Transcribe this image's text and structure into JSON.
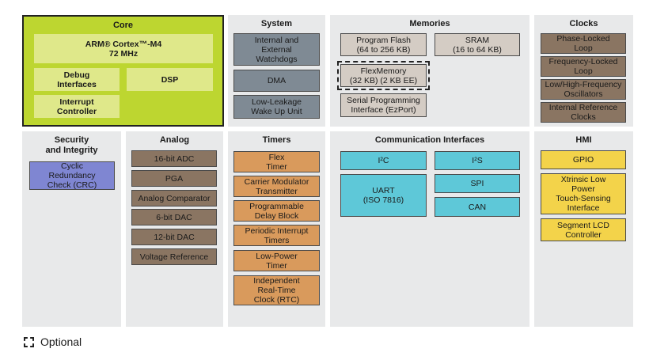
{
  "panels": {
    "core": {
      "title": "Core",
      "cpu": "ARM® Cortex™-M4\n72 MHz",
      "debug": "Debug\nInterfaces",
      "dsp": "DSP",
      "interrupt": "Interrupt\nController"
    },
    "system": {
      "title": "System",
      "watchdogs": "Internal and\nExternal\nWatchdogs",
      "dma": "DMA",
      "wakeup": "Low-Leakage\nWake Up Unit"
    },
    "memories": {
      "title": "Memories",
      "flash": "Program Flash\n(64 to 256 KB)",
      "sram": "SRAM\n(16 to 64 KB)",
      "flexmemory": "FlexMemory\n(32 KB) (2 KB EE)",
      "ezport": "Serial Programming\nInterface (EzPort)"
    },
    "clocks": {
      "title": "Clocks",
      "pll": "Phase-Locked\nLoop",
      "fll": "Frequency-Locked\nLoop",
      "osc": "Low/High-Frequency\nOscillators",
      "ref": "Internal Reference\nClocks"
    },
    "security": {
      "title": "Security\nand Integrity",
      "crc": "Cyclic\nRedundancy\nCheck (CRC)"
    },
    "analog": {
      "title": "Analog",
      "adc": "16-bit ADC",
      "pga": "PGA",
      "comparator": "Analog Comparator",
      "dac6": "6-bit DAC",
      "dac12": "12-bit DAC",
      "vref": "Voltage Reference"
    },
    "timers": {
      "title": "Timers",
      "flex": "Flex\nTimer",
      "cmt": "Carrier Modulator\nTransmitter",
      "pdb": "Programmable\nDelay Block",
      "pit": "Periodic Interrupt\nTimers",
      "lptmr": "Low-Power\nTimer",
      "rtc": "Independent\nReal-Time\nClock (RTC)"
    },
    "comm": {
      "title": "Communication Interfaces",
      "i2c": "I²C",
      "i2s": "I²S",
      "uart": "UART\n(ISO 7816)",
      "spi": "SPI",
      "can": "CAN"
    },
    "hmi": {
      "title": "HMI",
      "gpio": "GPIO",
      "tsi": "Xtrinsic Low\nPower\nTouch-Sensing\nInterface",
      "lcd": "Segment LCD\nController"
    }
  },
  "legend": {
    "label": "Optional"
  },
  "colors": {
    "core_panel": "#bdd630",
    "core_block": "#dfe88a",
    "system": "#7f8a94",
    "memory": "#d4ccc4",
    "clock": "#8a7562",
    "security": "#7f86d2",
    "analog": "#8a7562",
    "timer": "#d99a5c",
    "comm": "#5ec8d8",
    "hmi": "#f3d34a",
    "panel_bg": "#e8e9ea"
  }
}
